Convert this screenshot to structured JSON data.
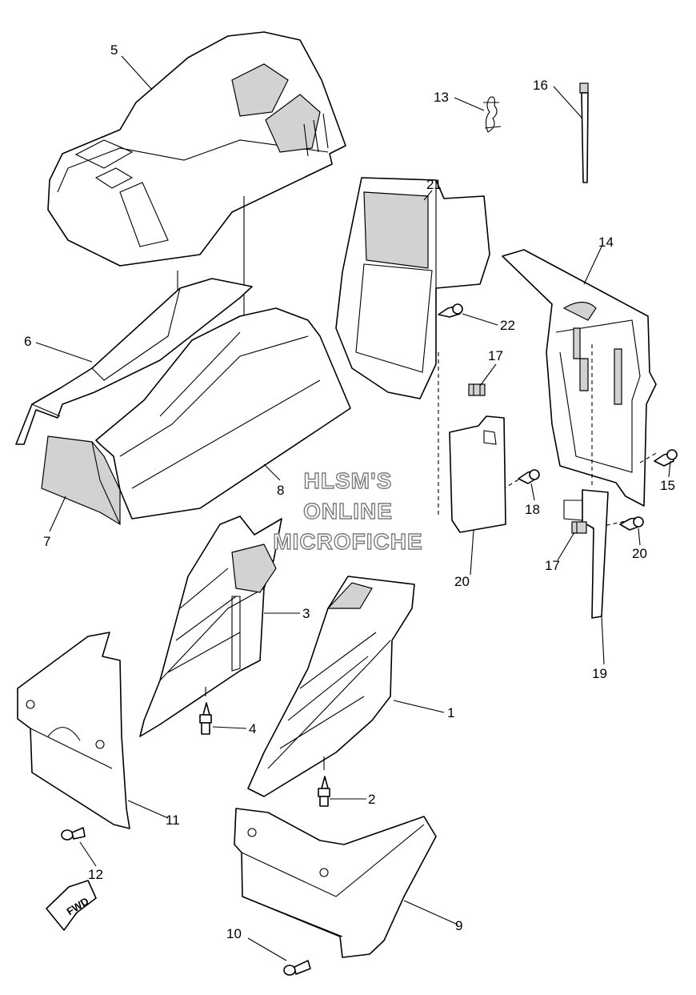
{
  "watermark": {
    "line1": "HLSM'S",
    "line2": "ONLINE",
    "line3": "MICROFICHE"
  },
  "direction_label": "FWD",
  "callouts": [
    {
      "id": "c1",
      "text": "1"
    },
    {
      "id": "c2",
      "text": "2"
    },
    {
      "id": "c3",
      "text": "3"
    },
    {
      "id": "c4",
      "text": "4"
    },
    {
      "id": "c5",
      "text": "5"
    },
    {
      "id": "c6",
      "text": "6"
    },
    {
      "id": "c7",
      "text": "7"
    },
    {
      "id": "c8",
      "text": "8"
    },
    {
      "id": "c9",
      "text": "9"
    },
    {
      "id": "c10",
      "text": "10"
    },
    {
      "id": "c11",
      "text": "11"
    },
    {
      "id": "c12",
      "text": "12"
    },
    {
      "id": "c13",
      "text": "13"
    },
    {
      "id": "c14",
      "text": "14"
    },
    {
      "id": "c15",
      "text": "15"
    },
    {
      "id": "c16",
      "text": "16"
    },
    {
      "id": "c17a",
      "text": "17"
    },
    {
      "id": "c17b",
      "text": "17"
    },
    {
      "id": "c18",
      "text": "18"
    },
    {
      "id": "c19",
      "text": "19"
    },
    {
      "id": "c20a",
      "text": "20"
    },
    {
      "id": "c20b",
      "text": "20"
    },
    {
      "id": "c21",
      "text": "21"
    },
    {
      "id": "c22",
      "text": "22"
    }
  ]
}
